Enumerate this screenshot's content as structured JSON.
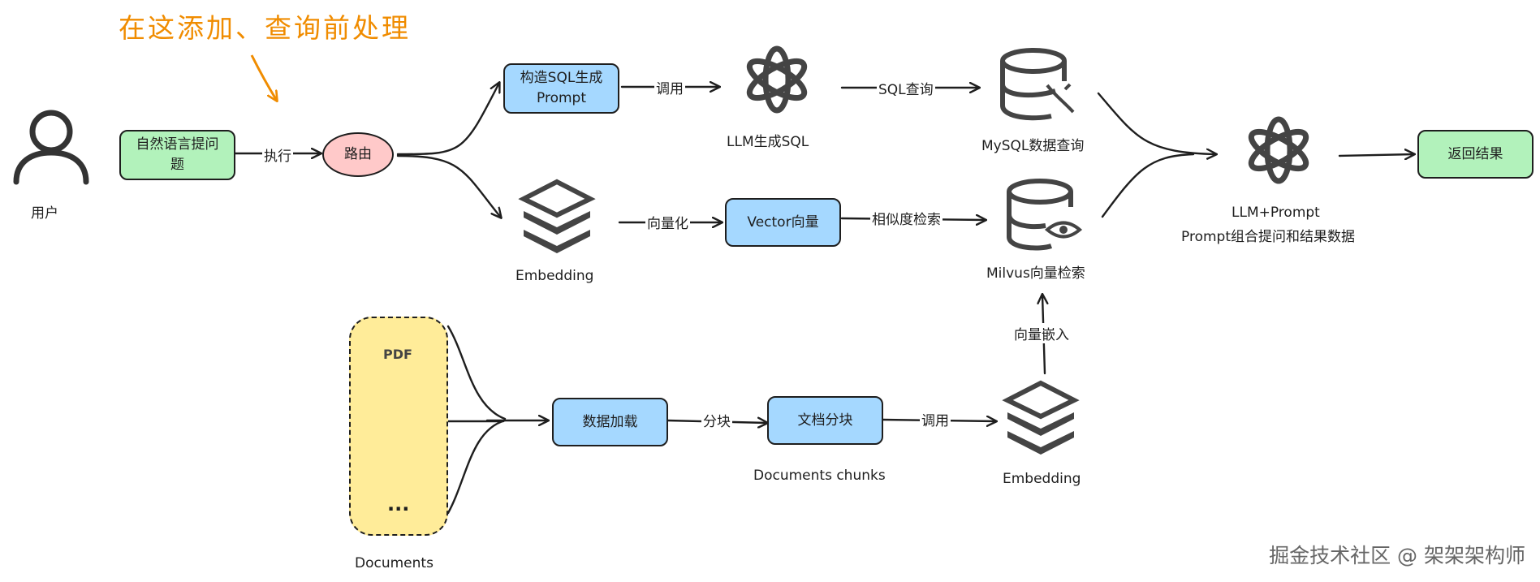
{
  "annotation": "在这添加、查询前处理",
  "user": {
    "label": "用户"
  },
  "nodes": {
    "question": "自然语言提问\n题",
    "router": "路由",
    "build_sql": "构造SQL生成\nPrompt",
    "vector": "Vector向量",
    "data_load": "数据加载",
    "doc_split": "文档分块",
    "return_result": "返回结果"
  },
  "icon_labels": {
    "llm_sql": "LLM生成SQL",
    "mysql": "MySQL数据查询",
    "embedding_top": "Embedding",
    "milvus": "Milvus向量检索",
    "llm_prompt_1": "LLM+Prompt",
    "llm_prompt_2": "Prompt组合提问和结果数据",
    "embedding_bottom": "Embedding",
    "documents": "Documents",
    "doc_chunks": "Documents chunks"
  },
  "arrow_labels": {
    "execute": "执行",
    "call_1": "调用",
    "sql_query": "SQL查询",
    "vectorize": "向量化",
    "similarity": "相似度检索",
    "chunk": "分块",
    "call_2": "调用",
    "embed": "向量嵌入"
  },
  "doc_icons": {
    "pdf": "PDF",
    "more": "..."
  },
  "watermark": "掘金技术社区 @ 架架架构师",
  "colors": {
    "annotation": "#f08c00",
    "green": "#b2f2bb",
    "blue": "#a5d8ff",
    "pink": "#ffc9c9",
    "yellow": "#ffec99",
    "stroke": "#1e1e1e",
    "icon_gray": "#555555"
  }
}
